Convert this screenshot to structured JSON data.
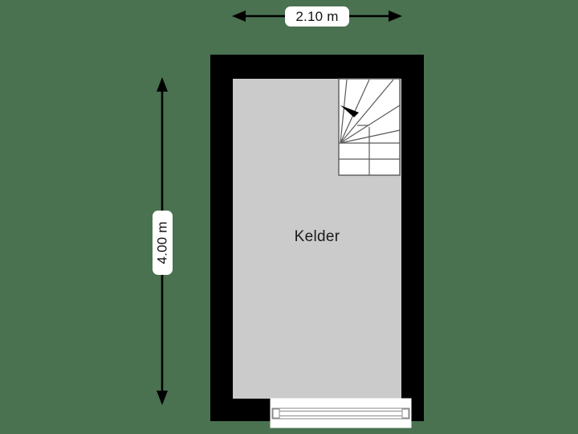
{
  "plan": {
    "background_color": "#4a7150",
    "wall_color": "#000000",
    "floor_color": "#cbcbcb",
    "stair_fill": "#ffffff",
    "stair_line_color": "#5a5a5a",
    "window_fill": "#ffffff",
    "label_background": "#ffffff",
    "label_text_color": "#111111"
  },
  "dimensions": {
    "horizontal": {
      "value": "2.10 m",
      "orientation": "horizontal",
      "arrow_style": "double-headed"
    },
    "vertical": {
      "value": "4.00 m",
      "orientation": "vertical",
      "arrow_style": "double-headed"
    }
  },
  "rooms": [
    {
      "name": "Kelder",
      "label": "Kelder"
    }
  ],
  "features": [
    {
      "type": "staircase",
      "name": "winder-staircase",
      "direction_indicator": "arrow-up-left",
      "tread_count": 9
    },
    {
      "type": "window",
      "name": "window-south",
      "wall": "bottom"
    }
  ]
}
